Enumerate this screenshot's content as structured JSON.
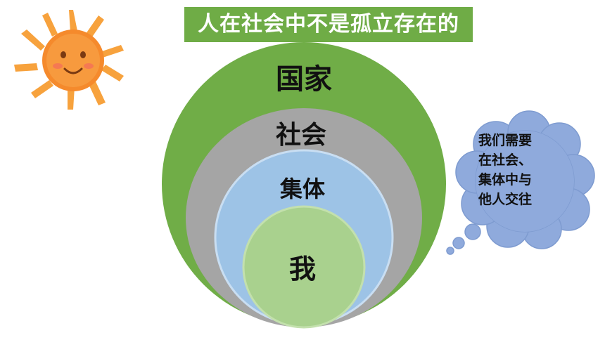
{
  "title": "人在社会中不是孤立存在的",
  "circles": {
    "outer": "国家",
    "second": "社会",
    "third": "集体",
    "inner": "我"
  },
  "thought_bubble": {
    "lines": [
      "我们需要",
      "在社会、",
      "集体中与",
      "他人交往"
    ]
  },
  "colors": {
    "title_bg": "#6fac46",
    "outer_circle": "#70ad47",
    "second_circle": "#a5a5a5",
    "third_circle": "#9dc3e6",
    "inner_circle": "#a9d18e",
    "cloud": "#8faadc",
    "sun": "#f7963b"
  },
  "icons": {
    "sun": "smiling-sun-icon",
    "cloud": "thought-cloud-icon"
  }
}
